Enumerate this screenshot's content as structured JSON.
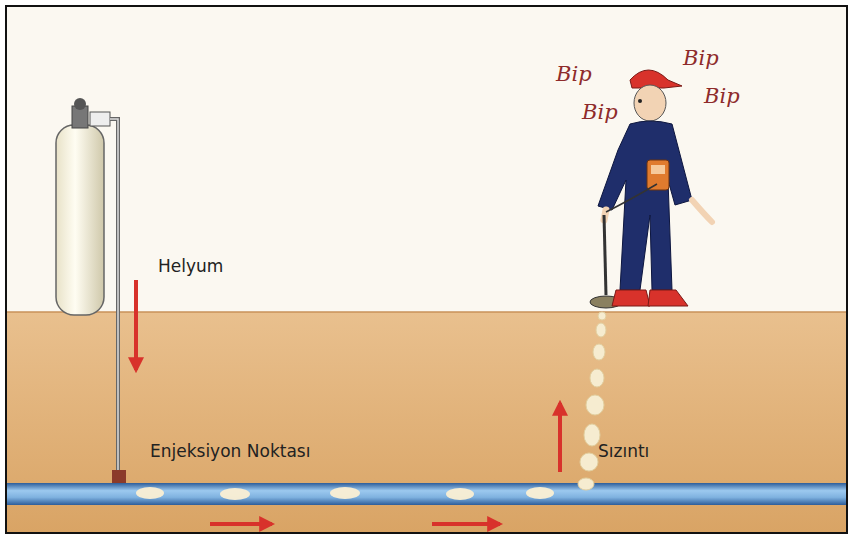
{
  "diagram": {
    "labels": [
      "Helyum",
      "Enjeksiyon Noktası",
      "Sızıntı",
      "Bip",
      "Bip",
      "Bip",
      "Bip"
    ]
  }
}
